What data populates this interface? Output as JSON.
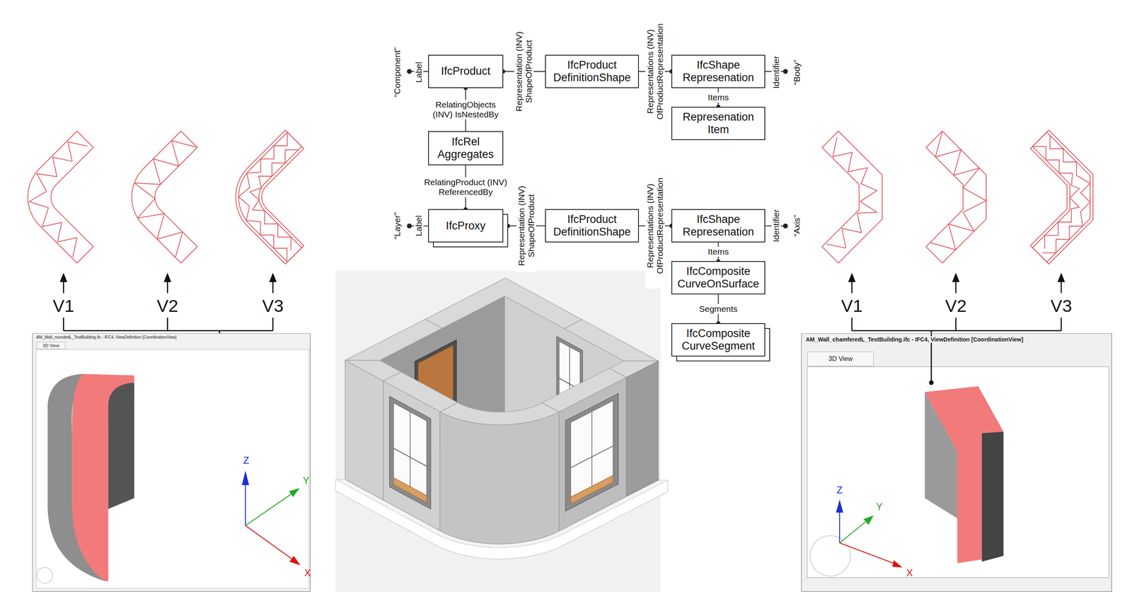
{
  "diagram": {
    "nodes": [
      {
        "text": [
          "IfcProduct"
        ]
      },
      {
        "text": [
          "IfcProduct DefinitionShape"
        ]
      },
      {
        "text": [
          "IfcShape Represenation"
        ]
      },
      {
        "text": [
          "Represenation Item"
        ]
      },
      {
        "text": [
          "IfcRel Aggregates"
        ]
      },
      {
        "text": [
          "IfcProxy"
        ]
      },
      {
        "text": [
          "IfcProduct DefinitionShape"
        ]
      },
      {
        "text": [
          "IfcShape Represenation"
        ]
      },
      {
        "text": [
          "IfcComposite CurveOnSurface"
        ]
      },
      {
        "text": [
          "IfcComposite CurveSegment"
        ]
      },
      {
        "text": [
          "AM_Wall_roundedL_TestBuilding.ifc - IFC4, ViewDefinition [CoordinationView]",
          "3D View"
        ]
      },
      {
        "text": [
          "AM_Wall_chamferedL_TestBuilding.ifc - IFC4, ViewDefinition [CoordinationView]",
          "3D View"
        ]
      }
    ],
    "edges": [
      {
        "from": 0,
        "to": 1,
        "arrow": "none",
        "label": "Representation (INV) ShapeOfProduct"
      },
      {
        "from": 1,
        "to": 2,
        "arrow": "none",
        "label": "Representations (INV) OfProductRepresentation"
      },
      {
        "from": 2,
        "to": 3,
        "arrow": "none",
        "label": "Items"
      },
      {
        "from": 0,
        "to": 4,
        "arrow": "none",
        "label": "RelatingObjects (INV) IsNestedBy"
      },
      {
        "from": 4,
        "to": 5,
        "arrow": "none",
        "label": "RelatingProduct (INV) ReferencedBy"
      },
      {
        "from": 5,
        "to": 6,
        "arrow": "none",
        "label": "Representation (INV) ShapeOfProduct"
      },
      {
        "from": 6,
        "to": 7,
        "arrow": "none",
        "label": "Representations (INV) OfProductRepresentation"
      },
      {
        "from": 7,
        "to": 8,
        "arrow": "none",
        "label": "Items"
      },
      {
        "from": 8,
        "to": 9,
        "arrow": "none",
        "label": "Segments"
      }
    ],
    "labels": [
      "“Component”",
      "Label",
      "Identifier",
      "“Body”",
      "“Layer”",
      "Label",
      "Identifier",
      "“Axis”",
      "V1",
      "V2",
      "V3",
      "Z",
      "Y",
      "X",
      "V1",
      "V2",
      "V3",
      "Z",
      "Y",
      "X"
    ]
  }
}
